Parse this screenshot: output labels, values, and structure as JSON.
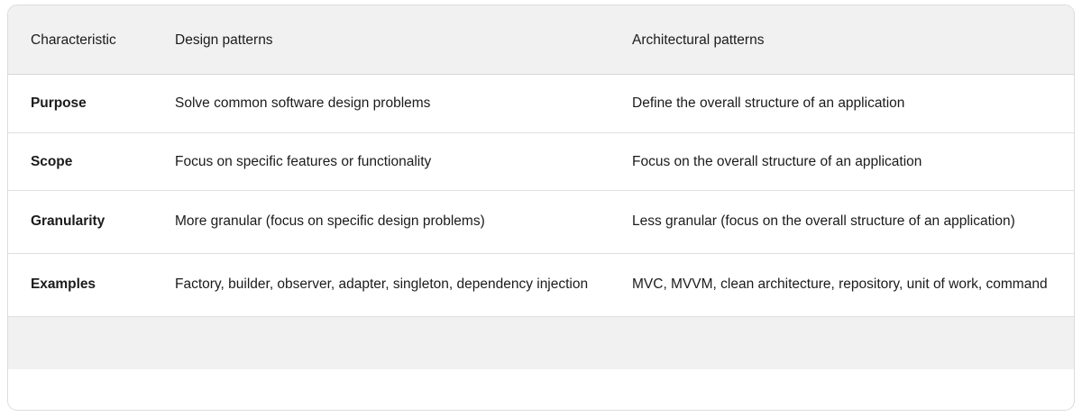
{
  "table": {
    "columns": [
      {
        "key": "characteristic",
        "label": "Characteristic"
      },
      {
        "key": "design_patterns",
        "label": "Design patterns"
      },
      {
        "key": "architectural_patterns",
        "label": "Architectural patterns"
      }
    ],
    "rows": [
      {
        "characteristic": "Purpose",
        "design_patterns": "Solve common software design problems",
        "architectural_patterns": "Define the overall structure of an application"
      },
      {
        "characteristic": "Scope",
        "design_patterns": "Focus on specific features or functionality",
        "architectural_patterns": "Focus on the overall structure of an application"
      },
      {
        "characteristic": "Granularity",
        "design_patterns": "More granular (focus on specific design problems)",
        "architectural_patterns": "Less granular (focus on the overall structure of an application)"
      },
      {
        "characteristic": "Examples",
        "design_patterns": "Factory, builder, observer, adapter, singleton, dependency injection",
        "architectural_patterns": "MVC, MVVM, clean architecture, repository, unit of work, command"
      }
    ],
    "footer": {
      "characteristic": "",
      "design_patterns": "",
      "architectural_patterns": ""
    },
    "colors": {
      "header_background": "#f1f1f1",
      "footer_background": "#f1f1f1",
      "body_background": "#ffffff",
      "border": "#dcdcdc",
      "row_divider": "#dfdfdf",
      "text": "#1b1b1b"
    }
  }
}
